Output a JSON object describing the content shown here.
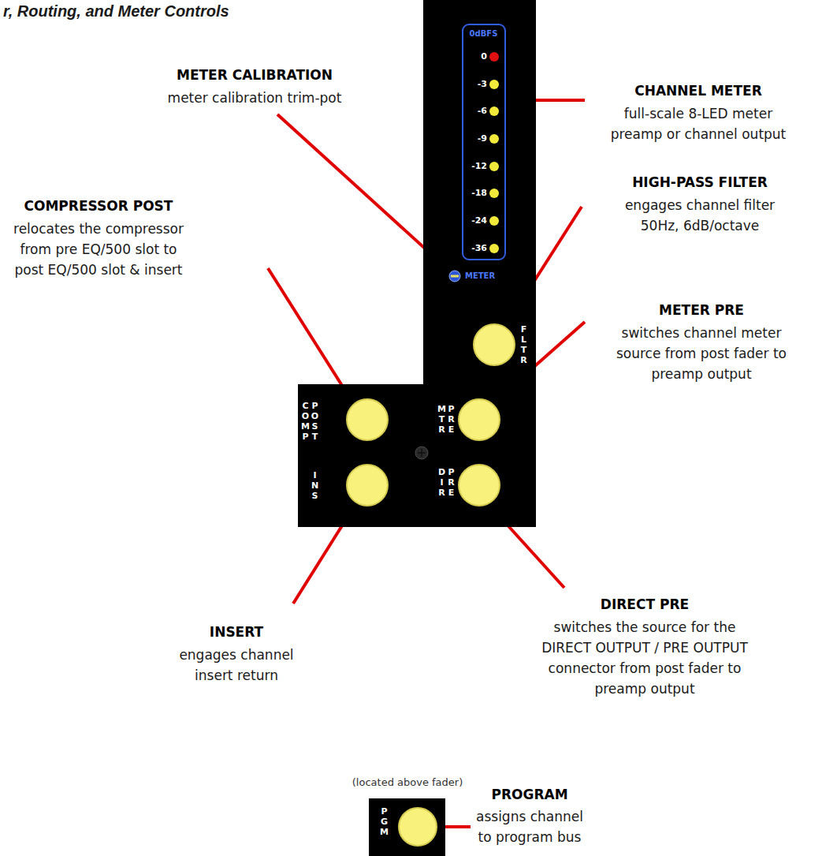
{
  "diagram": {
    "title": "r, Routing, and Meter Controls",
    "nodes": [
      {
        "text": [
          "METER",
          "FLTR",
          "COMP",
          "POST",
          "MTR",
          "PRE",
          "INS",
          "DIR",
          "PRE"
        ]
      },
      {
        "text": [
          "0dBFS",
          "0",
          "-3",
          "-6",
          "-9",
          "-12",
          "-18",
          "-24",
          "-36"
        ],
        "in": 0
      },
      {
        "text": [
          "PGM"
        ]
      }
    ],
    "labels": [
      "CHANNEL METER",
      "full-scale 8-LED meter preamp or channel output",
      "METER CALIBRATION",
      "meter calibration trim-pot",
      "HIGH-PASS FILTER",
      "engages channel filter 50Hz, 6dB/octave",
      "COMPRESSOR POST",
      "relocates the compressor from pre EQ/500 slot to post EQ/500 slot & insert",
      "METER PRE",
      "switches channel meter source from post fader to preamp output",
      "INSERT",
      "engages channel insert return",
      "DIRECT PRE",
      "switches the source for the DIRECT OUTPUT / PRE OUTPUT connector from post fader to preamp output",
      "(located above fader)",
      "PROGRAM",
      "assigns channel to program bus"
    ]
  }
}
